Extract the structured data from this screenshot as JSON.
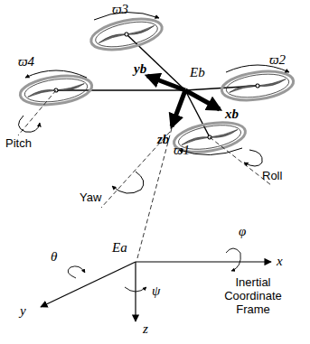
{
  "diagram": {
    "labels": [
      "ϖ3",
      "ϖ4",
      "ϖ2",
      "ϖ1",
      "yb",
      "Eb",
      "xb",
      "zb",
      "Pitch",
      "Yaw",
      "Roll",
      "Ea",
      "x",
      "θ",
      "φ",
      "y",
      "ψ",
      "z",
      "Inertial Coordinate Frame"
    ]
  }
}
